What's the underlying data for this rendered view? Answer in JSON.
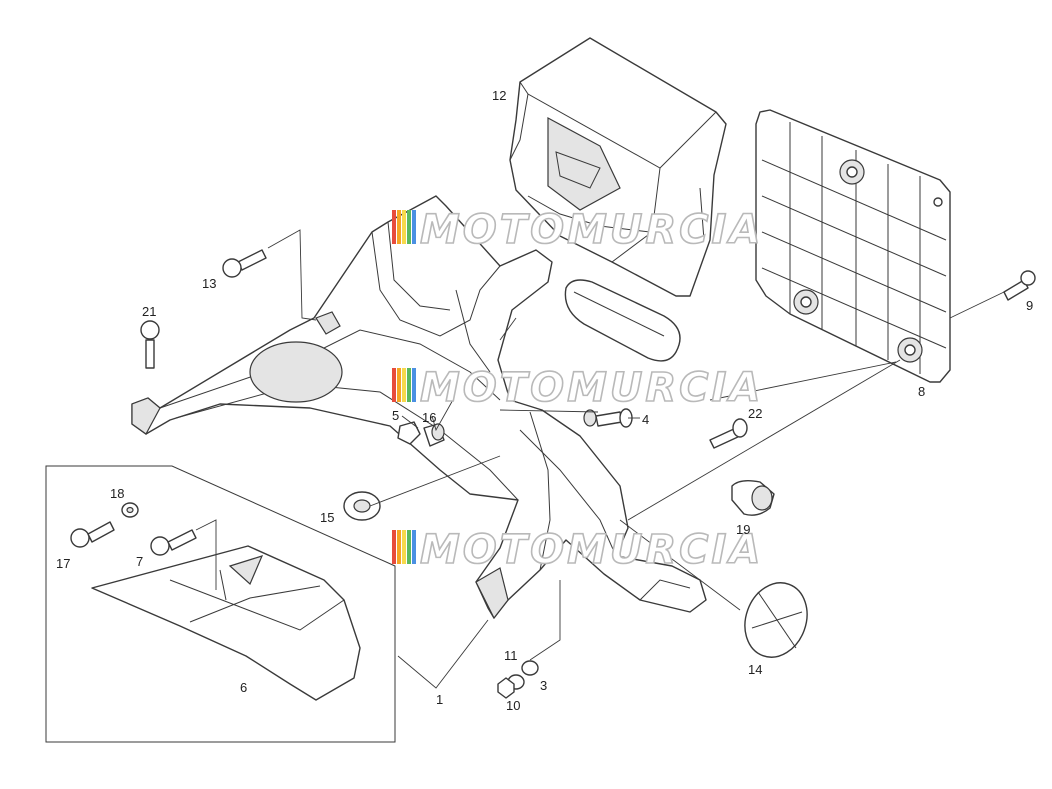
{
  "diagram": {
    "watermark_text": "MOTOMURCIA",
    "watermark_stripe_colors": [
      "#e74c3c",
      "#f5a623",
      "#f7d94c",
      "#5cb85c",
      "#4a90e2"
    ],
    "callouts": {
      "p1": "1",
      "p3": "3",
      "p4": "4",
      "p5": "5",
      "p6": "6",
      "p7": "7",
      "p8": "8",
      "p9": "9",
      "p10": "10",
      "p11": "11",
      "p12": "12",
      "p13": "13",
      "p14": "14",
      "p15": "15",
      "p16": "16",
      "p17": "17",
      "p18": "18",
      "p19": "19",
      "p21": "21",
      "p22": "22"
    }
  }
}
